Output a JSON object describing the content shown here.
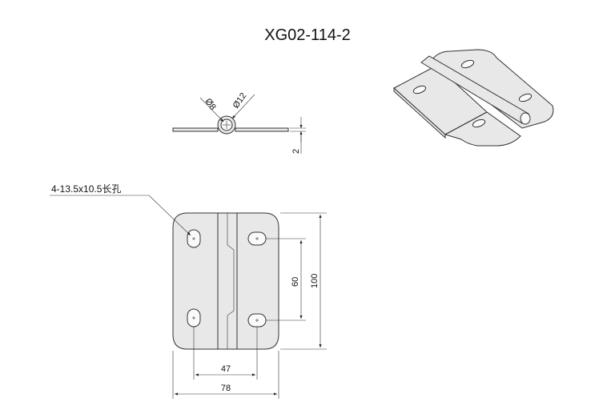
{
  "title": "XG02-114-2",
  "side_view": {
    "dia_pin": "Ø8",
    "dia_knuckle": "Ø12",
    "thickness": "2"
  },
  "front_view": {
    "hole_note": "4-13.5x10.5长孔",
    "dim_hole_vertical": "60",
    "dim_height": "100",
    "dim_hole_horizontal": "47",
    "dim_width": "78"
  }
}
